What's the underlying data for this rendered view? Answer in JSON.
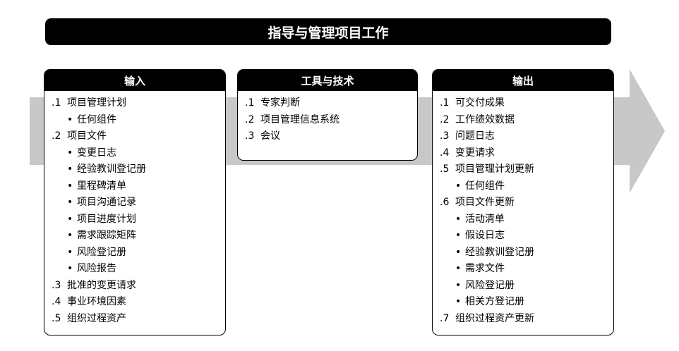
{
  "title": "指导与管理项目工作",
  "inputs": {
    "header": "输入",
    "items": [
      {
        "type": "item",
        "num": ".1",
        "text": "项目管理计划"
      },
      {
        "type": "sub",
        "text": "任何组件"
      },
      {
        "type": "item",
        "num": ".2",
        "text": "项目文件"
      },
      {
        "type": "sub",
        "text": "变更日志"
      },
      {
        "type": "sub",
        "text": "经验教训登记册"
      },
      {
        "type": "sub",
        "text": "里程碑清单"
      },
      {
        "type": "sub",
        "text": "项目沟通记录"
      },
      {
        "type": "sub",
        "text": "项目进度计划"
      },
      {
        "type": "sub",
        "text": "需求跟踪矩阵"
      },
      {
        "type": "sub",
        "text": "风险登记册"
      },
      {
        "type": "sub",
        "text": "风险报告"
      },
      {
        "type": "item",
        "num": ".3",
        "text": "批准的变更请求"
      },
      {
        "type": "item",
        "num": ".4",
        "text": "事业环境因素"
      },
      {
        "type": "item",
        "num": ".5",
        "text": "组织过程资产"
      }
    ]
  },
  "tools": {
    "header": "工具与技术",
    "items": [
      {
        "type": "item",
        "num": ".1",
        "text": "专家判断"
      },
      {
        "type": "item",
        "num": ".2",
        "text": "项目管理信息系统"
      },
      {
        "type": "item",
        "num": ".3",
        "text": "会议"
      }
    ]
  },
  "outputs": {
    "header": "输出",
    "items": [
      {
        "type": "item",
        "num": ".1",
        "text": "可交付成果"
      },
      {
        "type": "item",
        "num": ".2",
        "text": "工作绩效数据"
      },
      {
        "type": "item",
        "num": ".3",
        "text": "问题日志"
      },
      {
        "type": "item",
        "num": ".4",
        "text": "变更请求"
      },
      {
        "type": "item",
        "num": ".5",
        "text": "项目管理计划更新"
      },
      {
        "type": "sub",
        "text": "任何组件"
      },
      {
        "type": "item",
        "num": ".6",
        "text": "项目文件更新"
      },
      {
        "type": "sub",
        "text": "活动清单"
      },
      {
        "type": "sub",
        "text": "假设日志"
      },
      {
        "type": "sub",
        "text": "经验教训登记册"
      },
      {
        "type": "sub",
        "text": "需求文件"
      },
      {
        "type": "sub",
        "text": "风险登记册"
      },
      {
        "type": "sub",
        "text": "相关方登记册"
      },
      {
        "type": "item",
        "num": ".7",
        "text": "组织过程资产更新"
      }
    ]
  },
  "colors": {
    "arrow": "#c8c8c8",
    "header_bg": "#000000"
  },
  "bullet_glyph": "•"
}
